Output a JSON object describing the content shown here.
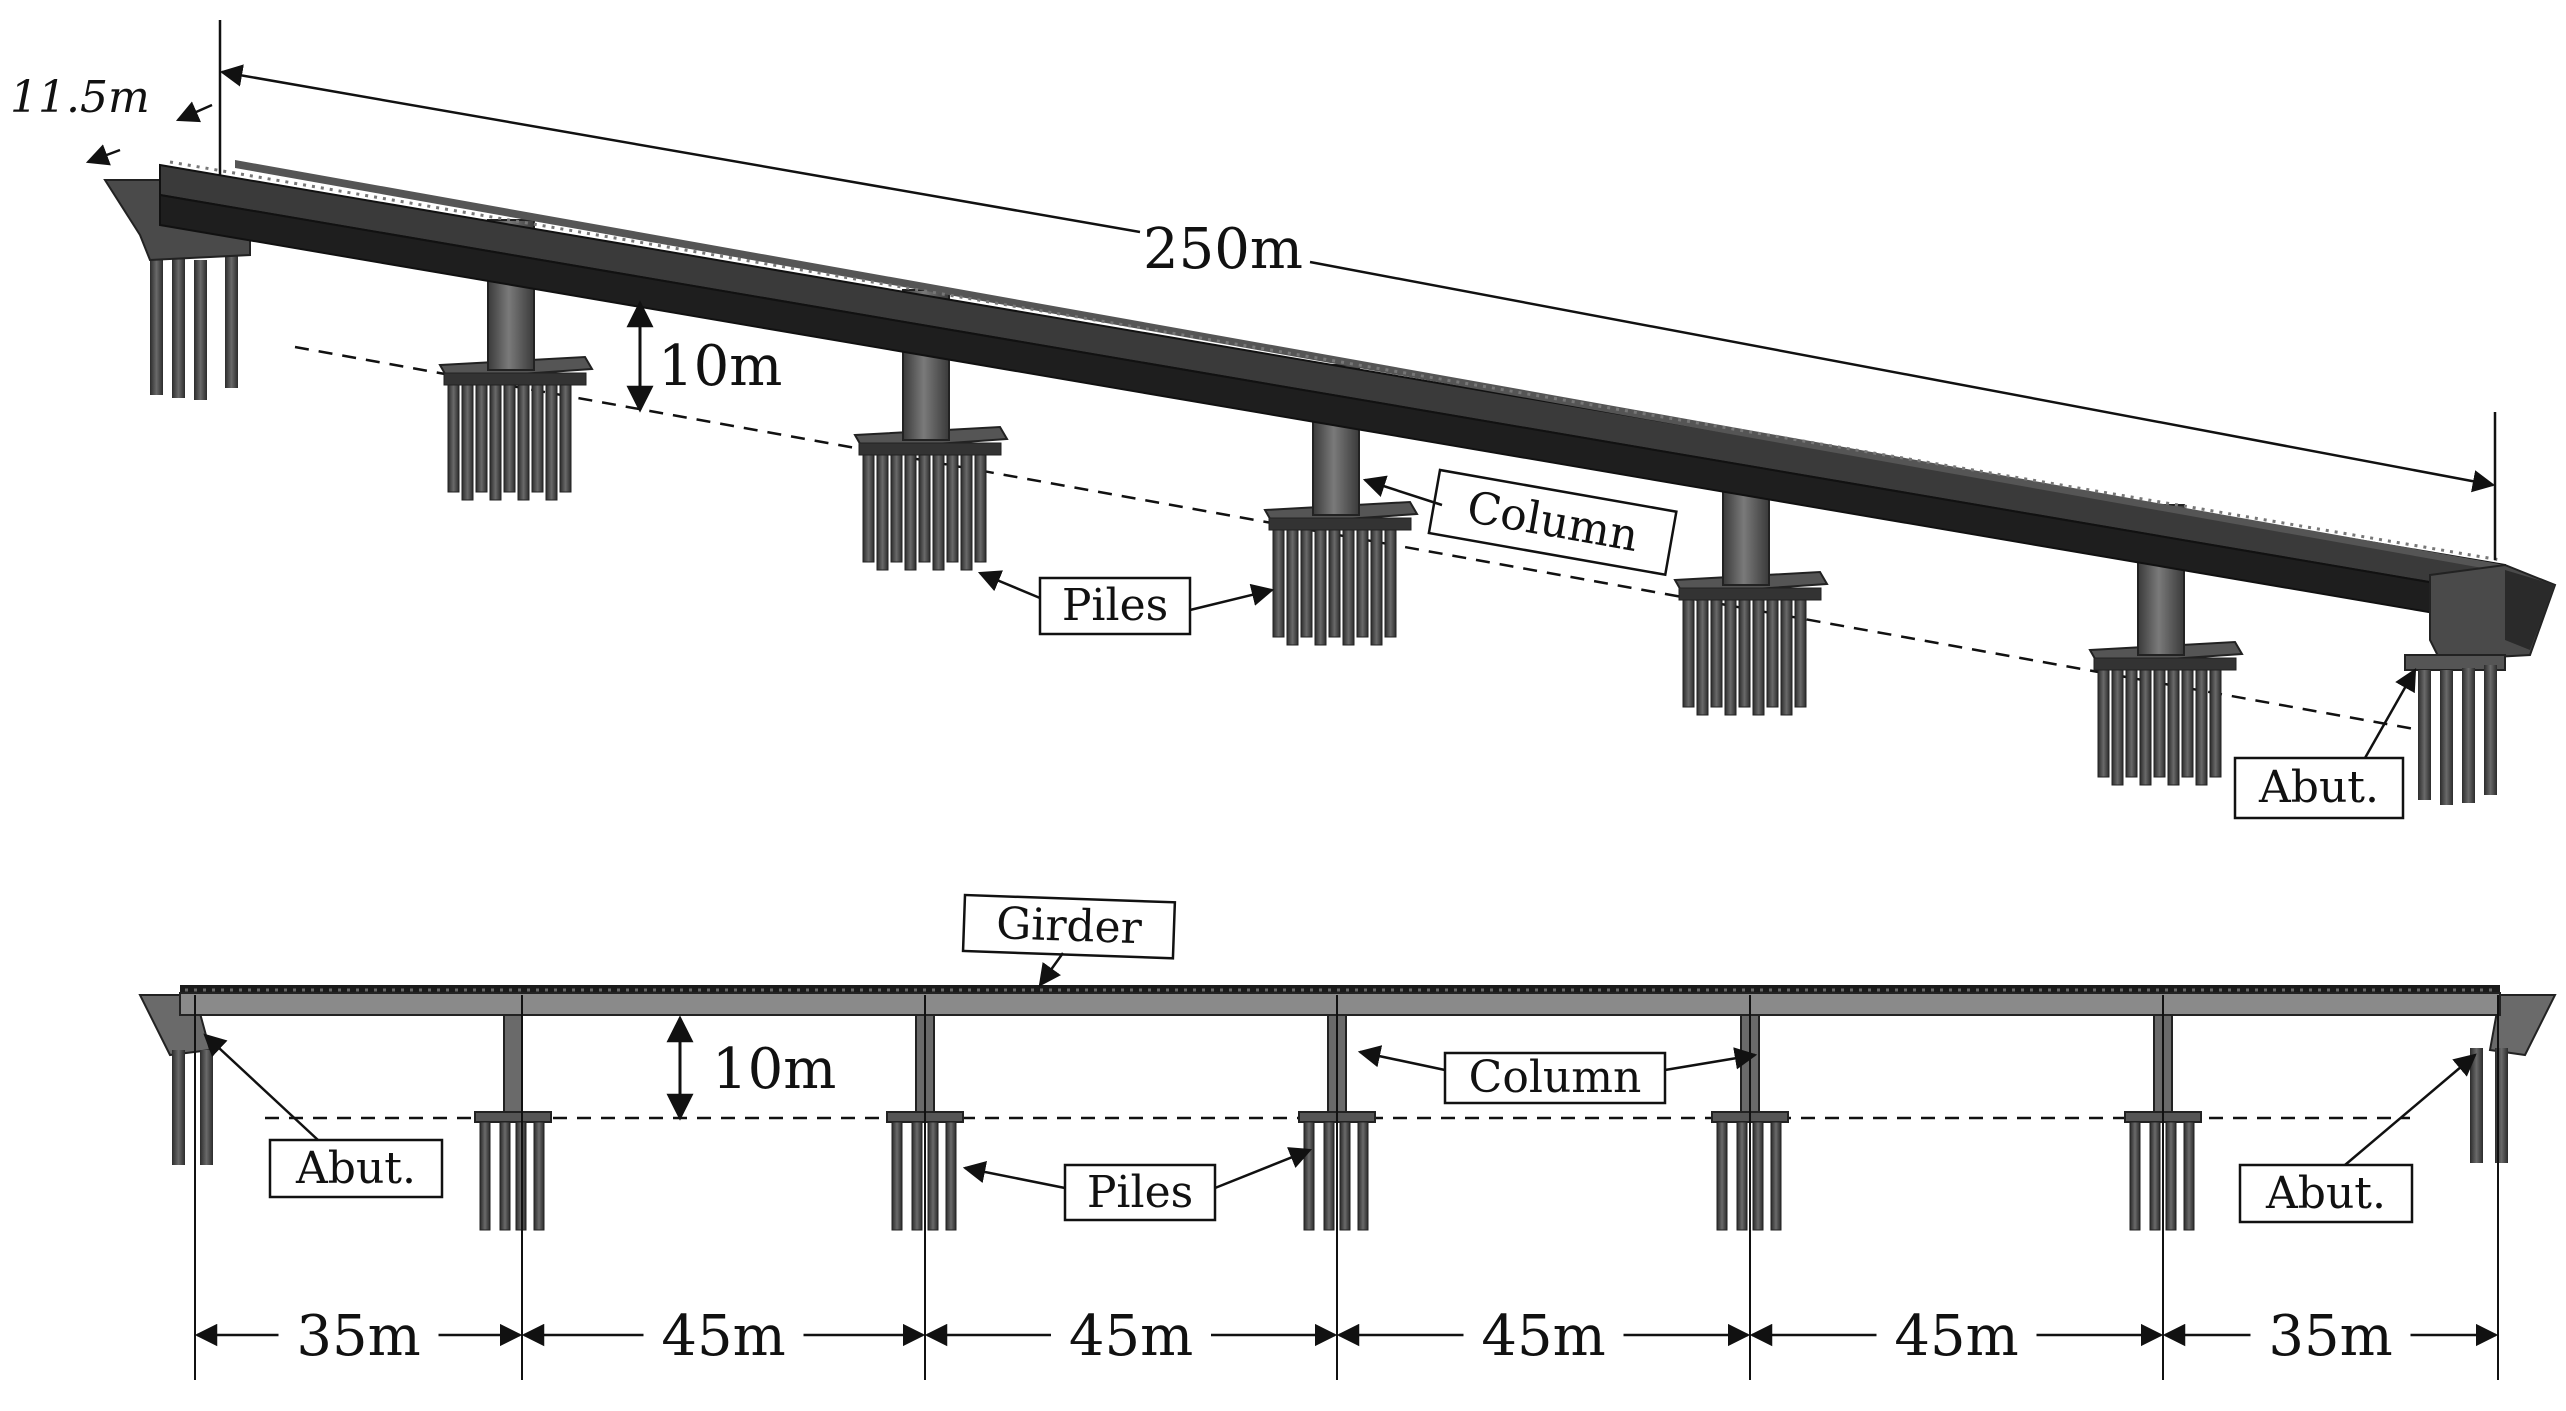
{
  "top_view": {
    "width_dim": "11.5m",
    "length_dim": "250m",
    "height_dim": "10m",
    "labels": {
      "column": "Column",
      "piles": "Piles",
      "abutment": "Abut."
    }
  },
  "side_view": {
    "height_dim": "10m",
    "labels": {
      "girder": "Girder",
      "column": "Column",
      "piles": "Piles",
      "abutment_left": "Abut.",
      "abutment_right": "Abut."
    },
    "spans": [
      "35m",
      "45m",
      "45m",
      "45m",
      "45m",
      "35m"
    ]
  },
  "colors": {
    "deck": "#2a2a2a",
    "concrete": "#5a5a5a",
    "concrete_light": "#8a8a8a",
    "line": "#111111"
  }
}
